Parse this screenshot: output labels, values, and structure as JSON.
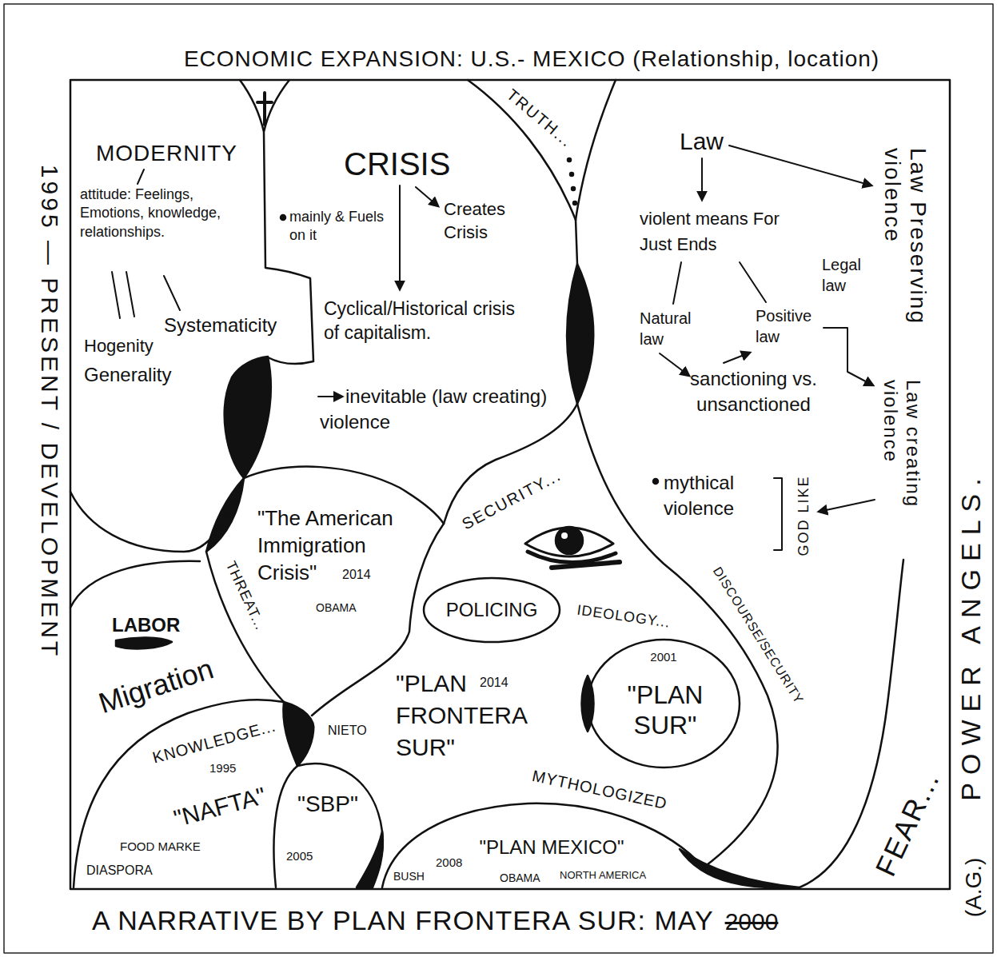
{
  "diagram": {
    "title": "ECONOMIC EXPANSION: U.S.- MEXICO (Relationship, location)",
    "caption": "A NARRATIVE BY PLAN FRONTERA SUR: MAY",
    "nodes": [
      {
        "text": [
          "MODERNITY",
          "attitude: Feelings, Emotions, knowledge, relationships.",
          "Hogenity",
          "Systematicity",
          "Generality"
        ]
      },
      {
        "text": [
          "CRISIS",
          "mainly & Fuels on it",
          "Creates Crisis",
          "Cyclical/Historical crisis of capitalism.",
          "inevitable (law creating) violence"
        ]
      },
      {
        "text": [
          "Law",
          "violent means For Just Ends",
          "Legal law",
          "Natural law",
          "Positive law",
          "sanctioning vs. unsanctioned",
          "mythical violence",
          "GOD LIKE",
          "Law Preserving violence",
          "Law creating violence"
        ]
      },
      {
        "text": [
          "\"The American Immigration Crisis\"",
          "2014",
          "OBAMA"
        ]
      },
      {
        "text": [
          "LABOR",
          "Migration"
        ]
      },
      {
        "text": [
          "POLICING"
        ]
      },
      {
        "text": [
          "\"PLAN FRONTERA SUR\"",
          "2014"
        ]
      },
      {
        "text": [
          "2001",
          "\"PLAN SUR\""
        ]
      },
      {
        "text": [
          "1995",
          "\"NAFTA\"",
          "FOOD MARKE",
          "DIASPORA"
        ]
      },
      {
        "text": [
          "\"SBP\"",
          "2005"
        ]
      },
      {
        "text": [
          "2008",
          "\"PLAN MEXICO\"",
          "BUSH",
          "OBAMA",
          "NORTH AMERICA"
        ]
      }
    ],
    "labels": [
      "1995 — PRESENT / DEVELOPMENT",
      "TRUTH...",
      "SECURITY...",
      "THREAT...",
      "IDEOLOGY...",
      "DISCOURSE/SECURITY",
      "KNOWLEDGE...",
      "NIETO",
      "MYTHOLOGIZED",
      "FEAR...",
      "POWER ANGELS.",
      "2000",
      "(A.G.)"
    ]
  }
}
